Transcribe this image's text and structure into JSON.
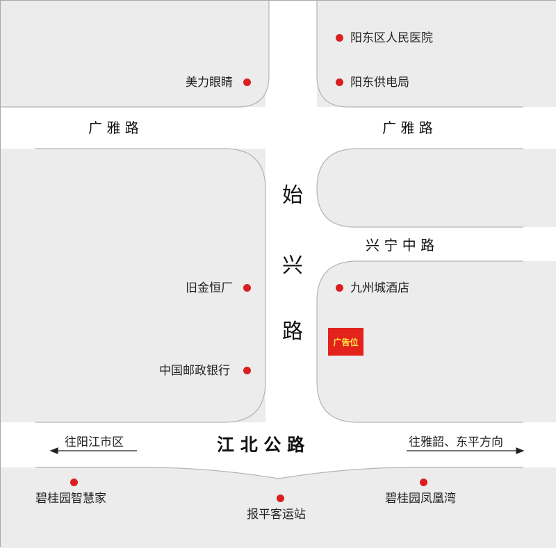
{
  "roads": {
    "shixing": "始兴路",
    "guangya_left": "广 雅 路",
    "guangya_right": "广 雅 路",
    "xingning": "兴 宁 中 路",
    "jiangbei": "江 北 公 路"
  },
  "directions": {
    "left": "往阳江市区",
    "right": "往雅韶、东平方向"
  },
  "poi": {
    "meili": "美力眼睛",
    "hospital": "阳东区人民医院",
    "power": "阳东供电局",
    "jiujin": "旧金恒厂",
    "postbank": "中国邮政银行",
    "jiuzhou": "九州城酒店",
    "zhihuijia": "碧桂园智慧家",
    "fenghuangwan": "碧桂园凤凰湾",
    "station": "报平客运站"
  },
  "ad_label": "广告位",
  "colors": {
    "background": "#ececec",
    "road": "#ffffff",
    "road_edge": "#b4b4b4",
    "marker": "#d91f1f",
    "ad_bg": "#e3221b",
    "ad_text": "#ffe94a"
  }
}
